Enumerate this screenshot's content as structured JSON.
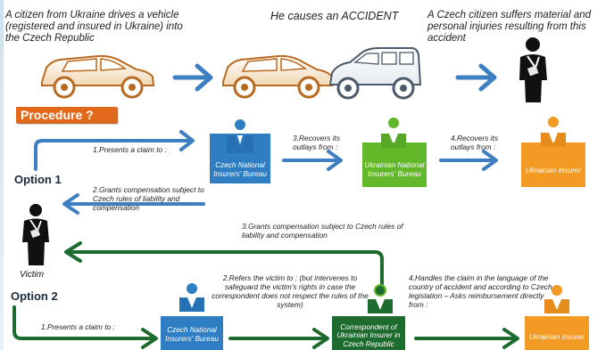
{
  "top_row": {
    "left_text": "A citizen from Ukraine drives a vehicle (registered and insured in Ukraine) into the Czech Republic",
    "middle_text": "He causes an ACCIDENT",
    "right_text": "A Czech citizen suffers material and personal injuries resulting from this accident"
  },
  "procedure_label": "Procedure ?",
  "option1": {
    "label": "Option 1",
    "step1": "1.Presents a claim to :",
    "step2": "2.Grants compensation subject to Czech rules of liability and compensation",
    "step3": "3.Recovers its outlays from :",
    "step4": "4.Recovers its outlays from :",
    "box_czech_bureau": "Czech National Insurers' Bureau",
    "box_ukrainian_bureau": "Ukrainian National Insurers' Bureau",
    "box_ukrainian_insurer": "Ukrainian Insurer"
  },
  "victim_label": "Victim",
  "middle_step3": "3.Grants compensation subject to Czech rules of liability and compensation",
  "option2": {
    "label": "Option 2",
    "step1": "1.Presents a claim to :",
    "step2": "2.Refers the victim to : (but intervenes to safeguard the victim's rights in case the correspondent does not respect the rules of the system)",
    "step4": "4.Handles the claim in the language of the country of accident and according to Czech legislation – Asks reimbursement directly from :",
    "box_czech_bureau": "Czech National Insurers' Bureau",
    "box_correspondent": "Correspondent of Ukrainian Insurer in Czech Republic",
    "box_ukrainian_insurer": "Ukrainian Insurer"
  },
  "colors": {
    "blue": "#2f7ec4",
    "arrow_blue": "#3d7fc1",
    "green": "#63b82a",
    "dark_green": "#1d6b2e",
    "orange": "#f39a25",
    "procedure_bg": "#e2691c"
  }
}
